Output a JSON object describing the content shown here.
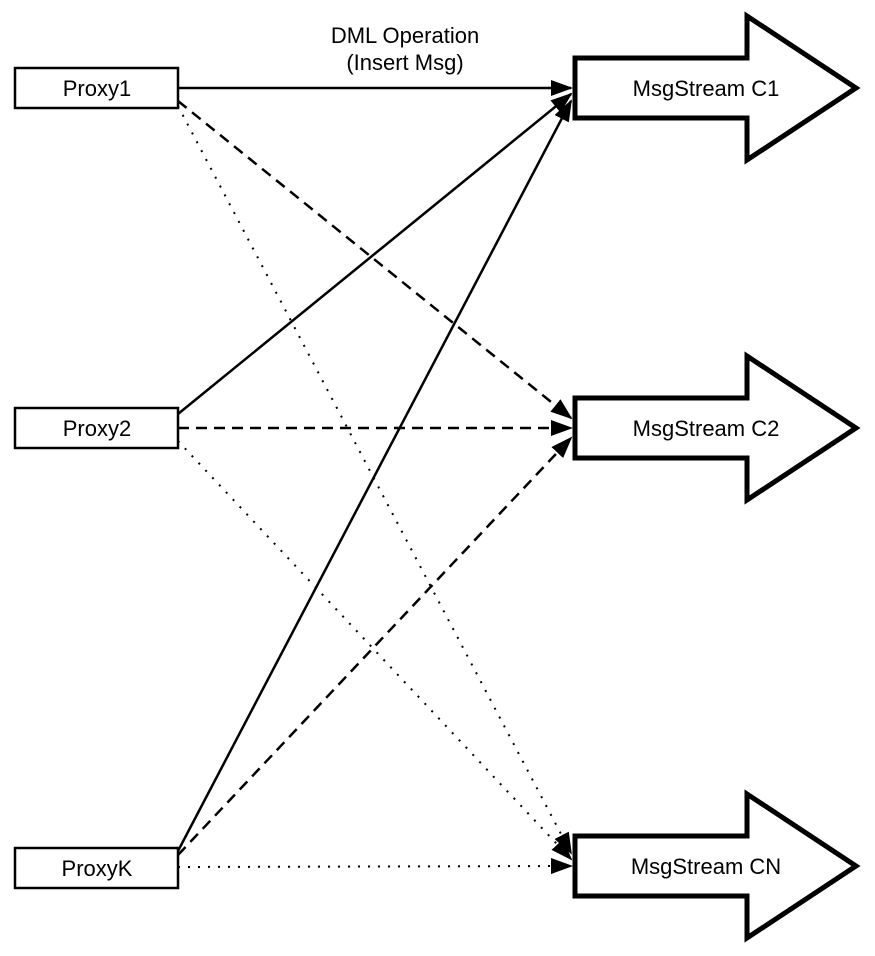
{
  "diagram": {
    "annotation": {
      "line1": "DML Operation",
      "line2": "(Insert Msg)"
    },
    "proxies": [
      {
        "label": "Proxy1"
      },
      {
        "label": "Proxy2"
      },
      {
        "label": "ProxyK"
      }
    ],
    "streams": [
      {
        "label": "MsgStream C1"
      },
      {
        "label": "MsgStream C2"
      },
      {
        "label": "MsgStream CN"
      }
    ],
    "edges": [
      {
        "from": "Proxy1",
        "to": "MsgStream C1",
        "style": "solid",
        "label": "DML Operation (Insert Msg)"
      },
      {
        "from": "Proxy2",
        "to": "MsgStream C1",
        "style": "solid"
      },
      {
        "from": "ProxyK",
        "to": "MsgStream C1",
        "style": "solid"
      },
      {
        "from": "Proxy1",
        "to": "MsgStream C2",
        "style": "dashed"
      },
      {
        "from": "Proxy2",
        "to": "MsgStream C2",
        "style": "dashed"
      },
      {
        "from": "ProxyK",
        "to": "MsgStream C2",
        "style": "dashed"
      },
      {
        "from": "Proxy1",
        "to": "MsgStream CN",
        "style": "dotted"
      },
      {
        "from": "Proxy2",
        "to": "MsgStream CN",
        "style": "dotted"
      },
      {
        "from": "ProxyK",
        "to": "MsgStream CN",
        "style": "dotted"
      }
    ],
    "colors": {
      "stroke": "#000000",
      "fill": "#ffffff",
      "background": "#ffffff"
    }
  }
}
